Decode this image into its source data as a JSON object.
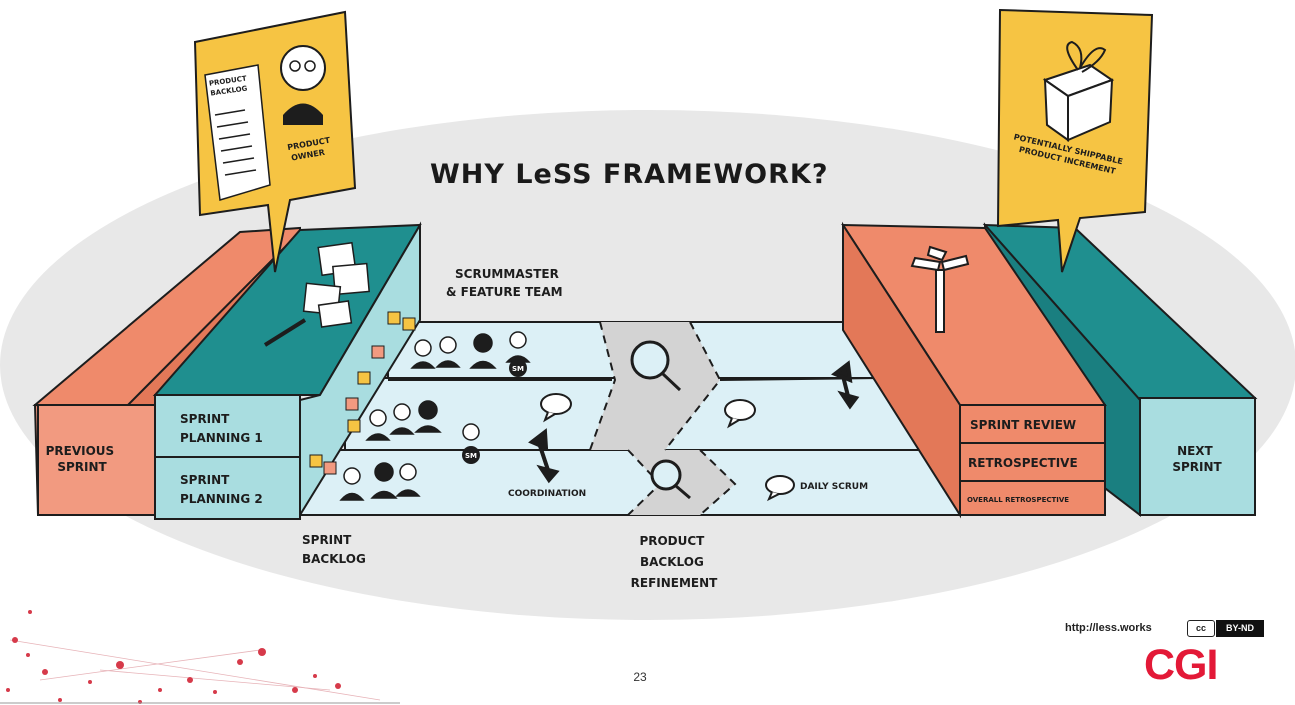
{
  "slide": {
    "title": "WHY LeSS FRAMEWORK?",
    "number": "23"
  },
  "diagram": {
    "product_owner_sign": {
      "backlog_label": [
        "PRODUCT",
        "BACKLOG"
      ],
      "owner_label": [
        "PRODUCT",
        "OWNER"
      ]
    },
    "increment_sign": {
      "label": [
        "POTENTIALLY SHIPPABLE",
        "PRODUCT INCREMENT"
      ]
    },
    "previous_sprint": [
      "PREVIOUS",
      "SPRINT"
    ],
    "next_sprint": [
      "NEXT",
      "SPRINT"
    ],
    "sprint_planning_1": [
      "SPRINT",
      "PLANNING 1"
    ],
    "sprint_planning_2": [
      "SPRINT",
      "PLANNING 2"
    ],
    "scrummaster_team": [
      "SCRUMMASTER",
      "& FEATURE TEAM"
    ],
    "sprint_backlog": [
      "SPRINT",
      "BACKLOG"
    ],
    "coordination": "COORDINATION",
    "daily_scrum": "DAILY SCRUM",
    "backlog_refinement": [
      "PRODUCT",
      "BACKLOG",
      "REFINEMENT"
    ],
    "sprint_review": "SPRINT REVIEW",
    "retrospective": "RETROSPECTIVE",
    "overall_retrospective": "OVERALL RETROSPECTIVE",
    "sm_badge": "SM"
  },
  "footer": {
    "license_url": "http://less.works",
    "cc_badge": "cc",
    "cc_terms": "BY-ND",
    "brand": "CGI"
  },
  "colors": {
    "teal": "#1f8f8f",
    "teal_light": "#a9dde0",
    "lane": "#dcf0f6",
    "salmon": "#ef8a6b",
    "yellow": "#f6c443",
    "oval": "#e8e8e8",
    "brand_red": "#e31937"
  }
}
